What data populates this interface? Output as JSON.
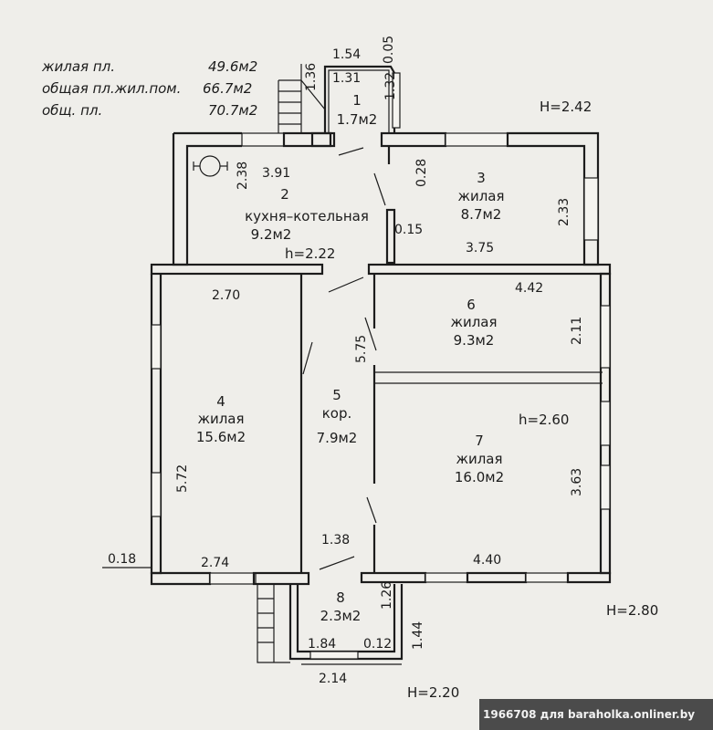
{
  "summary": [
    {
      "label": "жилая пл.",
      "value": "49.6м2"
    },
    {
      "label": "общая пл.жил.пом.",
      "value": "66.7м2"
    },
    {
      "label": "общ. пл.",
      "value": "70.7м2"
    }
  ],
  "heights": {
    "h1": "H=2.42",
    "h2": "h=2.22",
    "h3": "h=2.60",
    "h4": "H=2.80",
    "h5": "H=2.20"
  },
  "rooms": {
    "r1": {
      "num": "1",
      "area": "1.7м2"
    },
    "r2": {
      "num": "2",
      "name": "кухня–котельная",
      "area": "9.2м2"
    },
    "r3": {
      "num": "3",
      "name": "жилая",
      "area": "8.7м2"
    },
    "r4": {
      "num": "4",
      "name": "жилая",
      "area": "15.6м2"
    },
    "r5": {
      "num": "5",
      "name": "кор.",
      "area": "7.9м2"
    },
    "r6": {
      "num": "6",
      "name": "жилая",
      "area": "9.3м2"
    },
    "r7": {
      "num": "7",
      "name": "жилая",
      "area": "16.0м2"
    },
    "r8": {
      "num": "8",
      "area": "2.3м2"
    }
  },
  "dimensions": {
    "d1_54": "1.54",
    "d1_31": "1.31",
    "d0_05": "0.05",
    "d1_32": "1.32",
    "d1_36": "1.36",
    "d2_38": "2.38",
    "d3_91": "3.91",
    "d0_28": "0.28",
    "d2_33": "2.33",
    "d0_15": "0.15",
    "d3_75": "3.75",
    "d2_70": "2.70",
    "d4_42": "4.42",
    "d5_75": "5.75",
    "d2_11": "2.11",
    "d5_72": "5.72",
    "d3_63": "3.63",
    "d1_38": "1.38",
    "d0_18": "0.18",
    "d2_74": "2.74",
    "d4_40": "4.40",
    "d1_26": "1.26",
    "d1_44": "1.44",
    "d1_84": "1.84",
    "d0_12": "0.12",
    "d2_14": "2.14"
  },
  "watermark": "1966708 для baraholka.onliner.by"
}
